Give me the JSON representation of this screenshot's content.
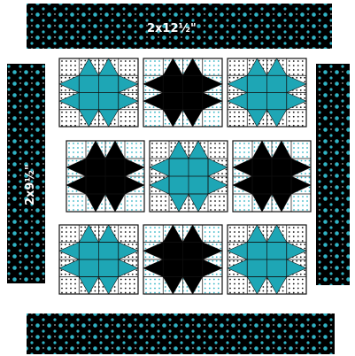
{
  "borders": {
    "top_label": "2x12½\"",
    "left_label": "2x9½\""
  },
  "colors": {
    "background": "#ffffff",
    "border_fabric": "#000000",
    "dot_fabric": "#2fb3c4",
    "star_teal": "#1ea6b5",
    "star_black": "#000000",
    "seam_line": "#111111",
    "white_fabric": "#ffffff",
    "white_fabric_dots": "#111111"
  },
  "quilt": {
    "rows": [
      {
        "offset": "left",
        "blocks": [
          "teal",
          "black",
          "teal"
        ]
      },
      {
        "offset": "right",
        "blocks": [
          "black",
          "teal",
          "black"
        ]
      },
      {
        "offset": "left",
        "blocks": [
          "teal",
          "black",
          "teal"
        ]
      }
    ]
  }
}
